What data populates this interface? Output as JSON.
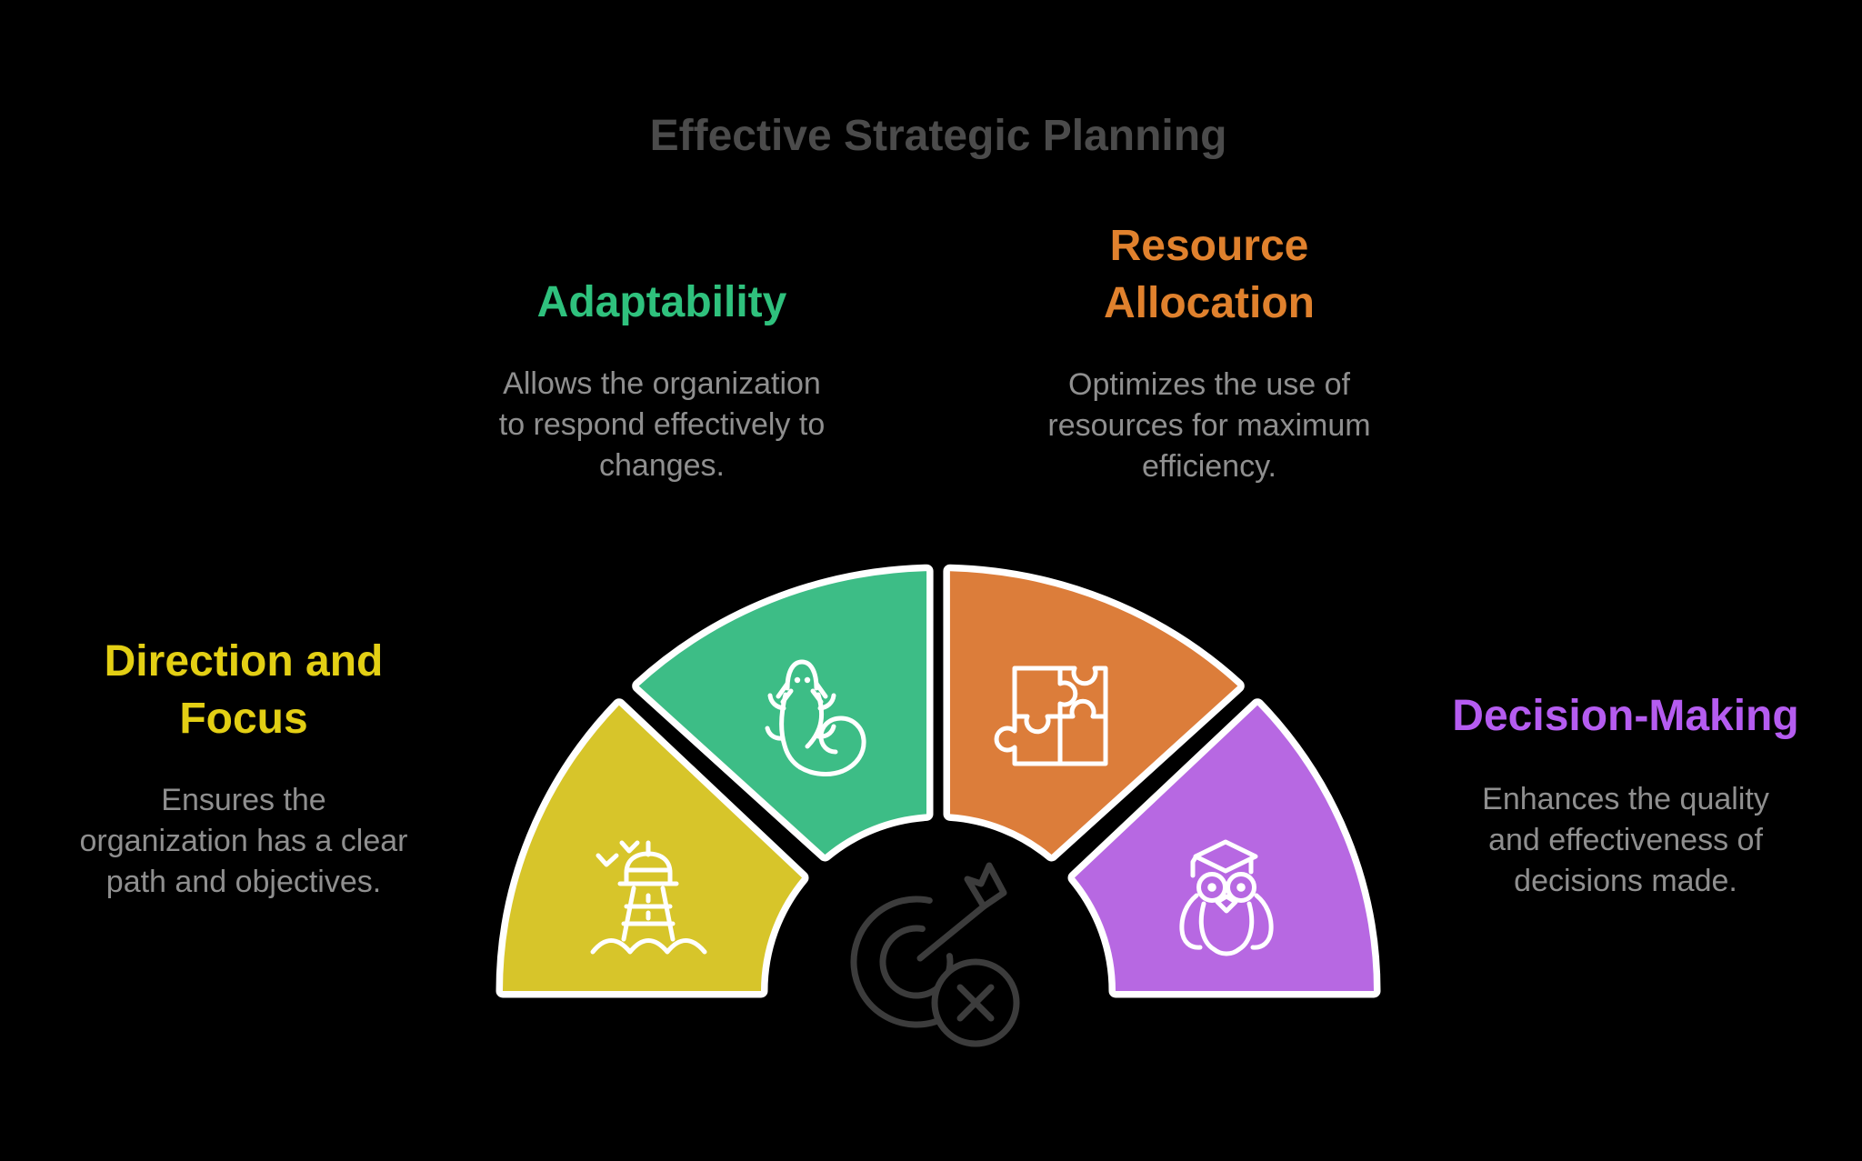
{
  "title": {
    "text": "Effective Strategic Planning",
    "color": "#4b4b4b"
  },
  "palette": {
    "background": "#000000",
    "body_text": "#8f8f8f",
    "icon_stroke": "#ffffff",
    "center_icon_color": "#3c3c3c"
  },
  "sections": [
    {
      "id": "adaptability",
      "heading_lines": [
        "Adaptability"
      ],
      "heading_color": "#2fc17d",
      "body_lines": [
        "Allows the organization",
        "to respond effectively to",
        "changes."
      ]
    },
    {
      "id": "resource-allocation",
      "heading_lines": [
        "Resource",
        "Allocation"
      ],
      "heading_color": "#e0812d",
      "body_lines": [
        "Optimizes the use of",
        "resources for maximum",
        "efficiency."
      ]
    },
    {
      "id": "direction-and-focus",
      "heading_lines": [
        "Direction and",
        "Focus"
      ],
      "heading_color": "#e3cf14",
      "body_lines": [
        "Ensures the",
        "organization has a clear",
        "path and objectives."
      ]
    },
    {
      "id": "decision-making",
      "heading_lines": [
        "Decision-Making"
      ],
      "heading_color": "#b55cf0",
      "body_lines": [
        "Enhances the quality",
        "and effectiveness of",
        "decisions made."
      ]
    }
  ],
  "diagram": {
    "type": "semicircle-gauge",
    "segments": [
      {
        "label": "Direction and Focus",
        "color": "#d7c52a",
        "icon": "lighthouse-icon"
      },
      {
        "label": "Adaptability",
        "color": "#3dbd86",
        "icon": "salamander-icon"
      },
      {
        "label": "Resource Allocation",
        "color": "#dc7d3a",
        "icon": "puzzle-icon"
      },
      {
        "label": "Decision-Making",
        "color": "#b768e2",
        "icon": "owl-graduate-icon"
      }
    ],
    "center_icon": "target-dart-icon"
  }
}
